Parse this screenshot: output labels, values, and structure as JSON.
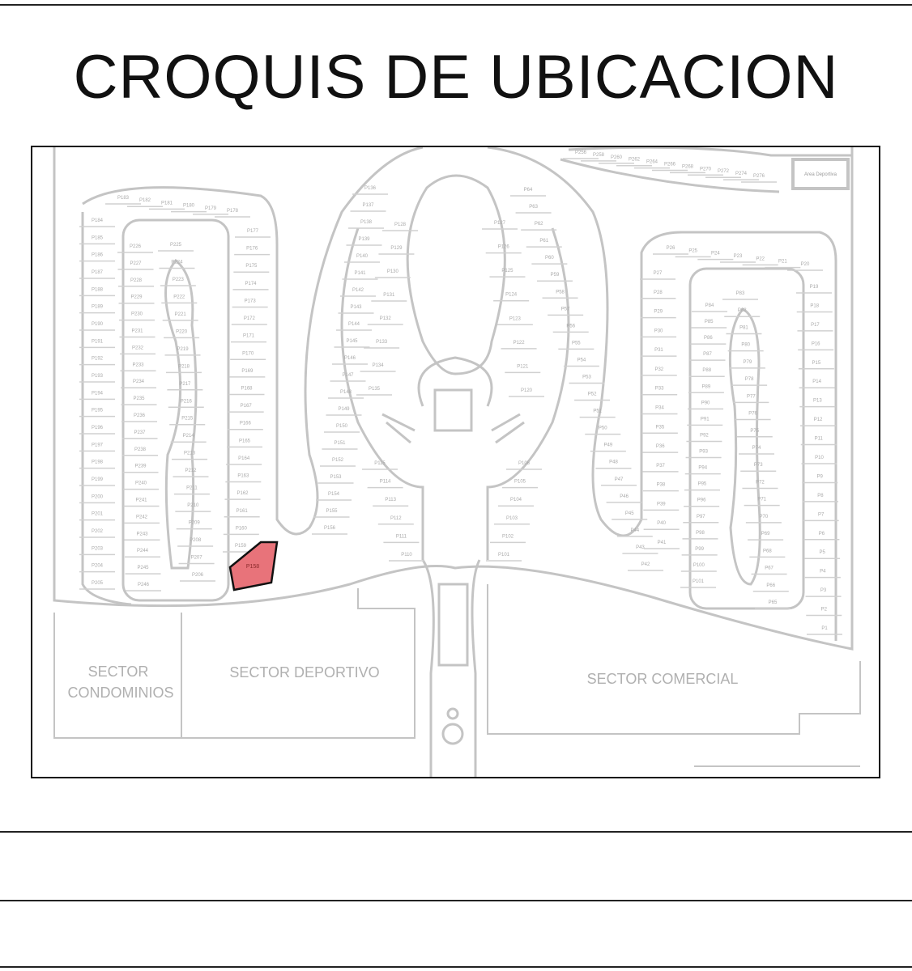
{
  "title": "CROQUIS DE UBICACION",
  "sectors": {
    "condominios_1": "SECTOR",
    "condominios_2": "CONDOMINIOS",
    "deportivo": "SECTOR DEPORTIVO",
    "comercial": "SECTOR COMERCIAL"
  },
  "area_label": "Area Deportiva",
  "highlighted_lot": "P158",
  "colors": {
    "highlight": "#e8737a",
    "lines": "#c4c4c4",
    "text": "#aaaaaa"
  },
  "lots": {
    "top_row": [
      "P256",
      "P258",
      "P260",
      "P262",
      "P264",
      "P266",
      "P268",
      "P270",
      "P272",
      "P274",
      "P276"
    ],
    "left_outer": [
      "P184",
      "P185",
      "P186",
      "P187",
      "P188",
      "P189",
      "P190",
      "P191",
      "P192",
      "P193",
      "P194",
      "P195",
      "P196",
      "P197",
      "P198",
      "P199",
      "P200",
      "P201",
      "P202",
      "P203",
      "P204",
      "P205"
    ],
    "left_top": [
      "P183",
      "P182",
      "P181",
      "P180",
      "P179",
      "P178"
    ],
    "left_inner_a": [
      "P226",
      "P227",
      "P228",
      "P229",
      "P230",
      "P231",
      "P232",
      "P233",
      "P234",
      "P235",
      "P236",
      "P237",
      "P238",
      "P239",
      "P240",
      "P241",
      "P242",
      "P243",
      "P244",
      "P245",
      "P246"
    ],
    "left_inner_b": [
      "P225",
      "P224",
      "P223",
      "P222",
      "P221",
      "P220",
      "P219",
      "P218",
      "P217",
      "P216",
      "P215",
      "P214",
      "P213",
      "P212",
      "P211",
      "P210",
      "P209",
      "P208",
      "P207",
      "P206"
    ],
    "col_177": [
      "P177",
      "P176",
      "P175",
      "P174",
      "P173",
      "P172",
      "P171",
      "P170",
      "P169",
      "P168",
      "P167",
      "P166",
      "P165",
      "P164",
      "P163",
      "P162",
      "P161",
      "P160",
      "P159"
    ],
    "col_136": [
      "P136",
      "P137",
      "P138",
      "P139",
      "P140",
      "P141",
      "P142",
      "P143",
      "P144",
      "P145",
      "P146",
      "P147",
      "P148",
      "P149",
      "P150",
      "P151",
      "P152",
      "P153",
      "P154",
      "P155",
      "P156"
    ],
    "center_left": [
      "P128",
      "P129",
      "P130",
      "P131",
      "P132",
      "P133",
      "P134",
      "P135"
    ],
    "center_left_low": [
      "P115",
      "P114",
      "P113",
      "P112",
      "P111",
      "P110"
    ],
    "center_right": [
      "P127",
      "P126",
      "P125",
      "P124",
      "P123",
      "P122",
      "P121",
      "P120"
    ],
    "center_right_low": [
      "P106",
      "P105",
      "P104",
      "P103",
      "P102",
      "P101"
    ],
    "col_64": [
      "P64",
      "P63",
      "P62",
      "P61",
      "P60",
      "P59",
      "P58",
      "P57",
      "P56",
      "P55",
      "P54",
      "P53",
      "P52",
      "P51",
      "P50",
      "P49",
      "P48",
      "P47",
      "P46",
      "P45",
      "P44",
      "P43",
      "P42"
    ],
    "right_top": [
      "P26",
      "P25",
      "P24",
      "P23",
      "P22",
      "P21",
      "P20"
    ],
    "col_27": [
      "P27",
      "P28",
      "P29",
      "P30",
      "P31",
      "P32",
      "P33",
      "P34",
      "P35",
      "P36",
      "P37",
      "P38",
      "P39",
      "P40",
      "P41"
    ],
    "col_84": [
      "P84",
      "P85",
      "P86",
      "P87",
      "P88",
      "P89",
      "P90",
      "P91",
      "P92",
      "P93",
      "P94",
      "P95",
      "P96",
      "P97",
      "P98",
      "P99",
      "P100",
      "P101"
    ],
    "col_83": [
      "P83",
      "P82",
      "P81",
      "P80",
      "P79",
      "P78",
      "P77",
      "P76",
      "P75",
      "P74",
      "P73",
      "P72",
      "P71",
      "P70",
      "P69",
      "P68",
      "P67",
      "P66",
      "P65"
    ],
    "col_19": [
      "P19",
      "P18",
      "P17",
      "P16",
      "P15",
      "P14",
      "P13",
      "P12",
      "P11",
      "P10",
      "P9",
      "P8",
      "P7",
      "P6",
      "P5",
      "P4",
      "P3",
      "P2",
      "P1"
    ]
  }
}
